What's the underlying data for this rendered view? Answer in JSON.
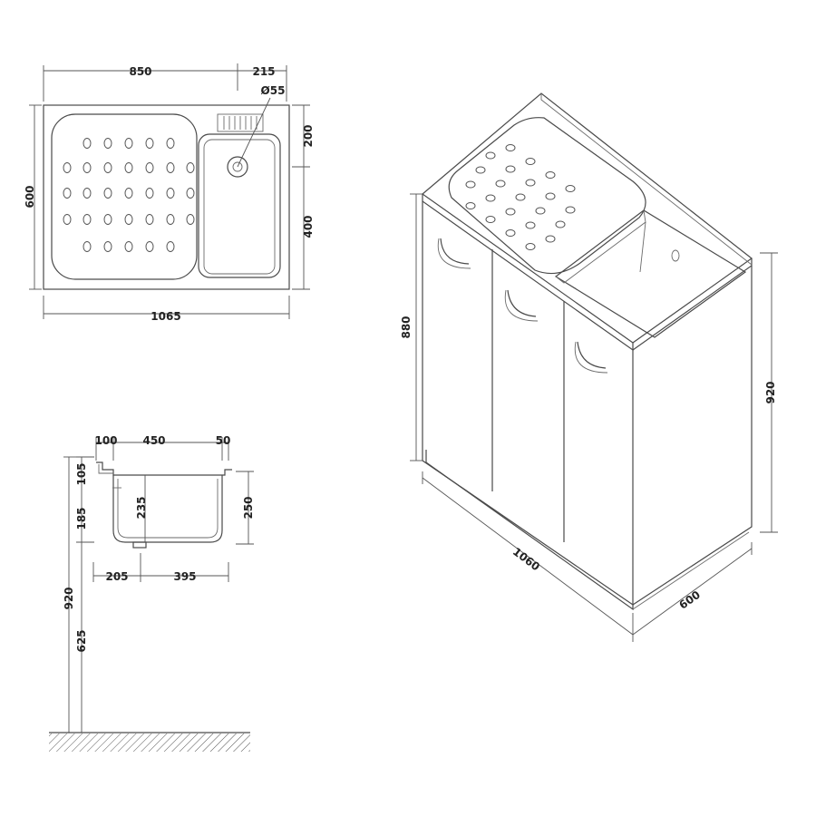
{
  "top_view": {
    "dims": {
      "drainer_width": "850",
      "bowl_offset": "215",
      "drain_diameter": "Ø55",
      "depth": "600",
      "bowl_top": "200",
      "bowl_length": "400",
      "total_width": "1065"
    }
  },
  "section_view": {
    "dims": {
      "rim_left": "100",
      "bowl_width": "450",
      "rim_right": "50",
      "rim_height": "105",
      "bowl_depth_inner": "235",
      "bowl_depth_outer": "250",
      "cabinet_upper": "185",
      "cabinet_total": "920",
      "cabinet_lower": "625",
      "offset_left": "205",
      "bowl_base": "395"
    }
  },
  "iso_view": {
    "dims": {
      "cabinet_height": "880",
      "overall_height": "920",
      "width": "1060",
      "depth": "600"
    }
  }
}
